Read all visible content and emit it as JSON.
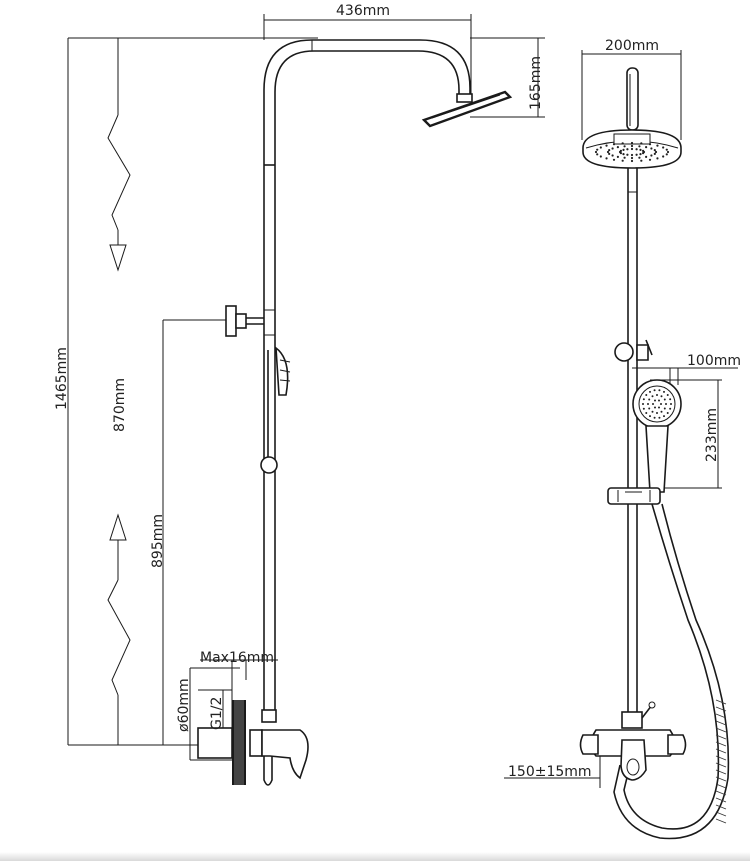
{
  "dimensions": {
    "arm_width": "436mm",
    "head_drop": "165mm",
    "head_diameter": "200mm",
    "hand_head_width": "100mm",
    "hand_head_length": "233mm",
    "total_height": "1465mm",
    "head_to_bracket": "870mm",
    "bracket_height": "895mm",
    "max_wall": "Max16mm",
    "flange_diameter": "ø60mm",
    "inlet_thread": "G1/2",
    "inlet_centers": "150±15mm"
  }
}
